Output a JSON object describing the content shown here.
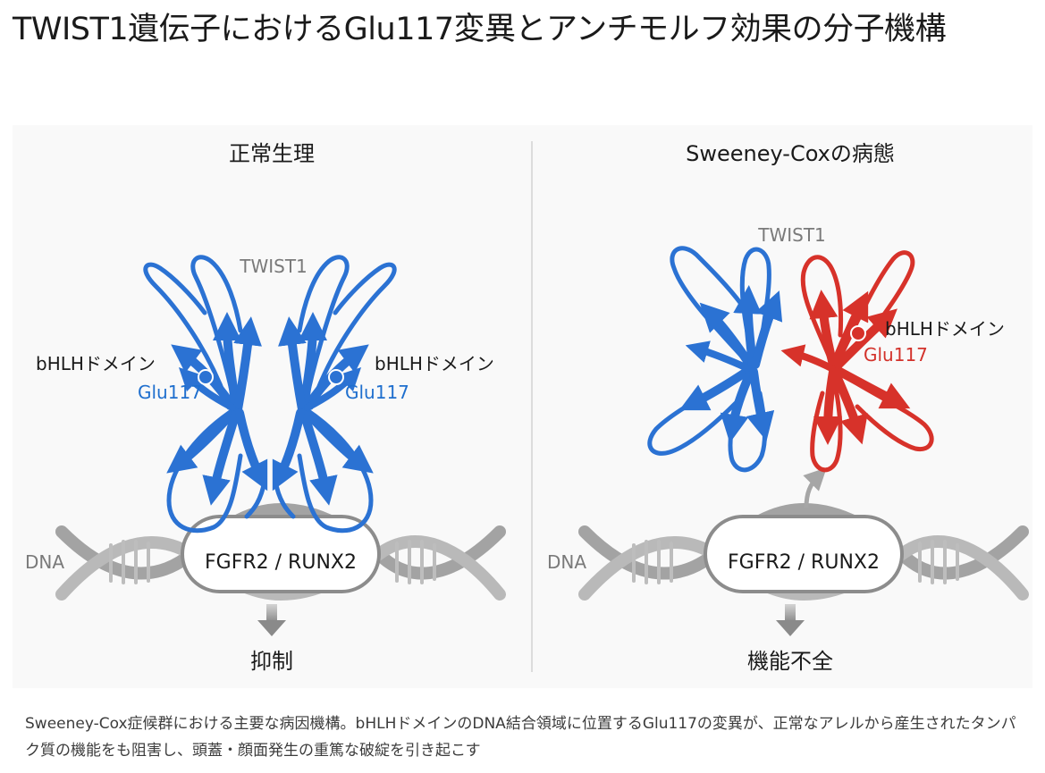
{
  "page": {
    "title": "TWIST1遺伝子におけるGlu117変異とアンチモルフ効果の分子機構",
    "caption": "Sweeney-Cox症候群における主要な病因機構。bHLHドメインのDNA結合領域に位置するGlu117の変異が、正常なアレルから産生されたタンパク質の機能をも阻害し、頭蓋・顔面発生の重篤な破綻を引き起こす"
  },
  "left_panel": {
    "title": "正常生理",
    "protein_label": "TWIST1",
    "domain_label_left": "bHLHドメイン",
    "domain_label_right": "bHLHドメイン",
    "residue_left": "Glu117",
    "residue_right": "Glu117",
    "dna_label": "DNA",
    "gene_label": "FGFR2 / RUNX2",
    "outcome": "抑制"
  },
  "right_panel": {
    "title": "Sweeney-Coxの病態",
    "protein_label": "TWIST1",
    "domain_label": "bHLHドメイン",
    "residue": "Glu117",
    "dna_label": "DNA",
    "gene_label": "FGFR2 / RUNX2",
    "outcome": "機能不全"
  },
  "colors": {
    "normal_protein": "#2b72d3",
    "mutant_protein": "#d7322a",
    "dna": "#9a9a9a",
    "background": "#f9f9f9"
  }
}
